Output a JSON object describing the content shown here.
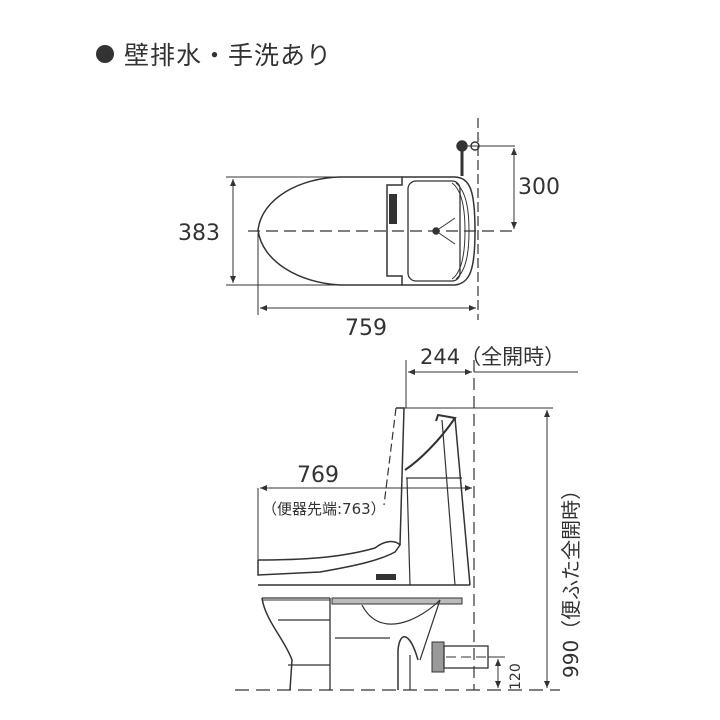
{
  "title": {
    "bullet": "●",
    "text": "壁排水・手洗あり"
  },
  "plan_view": {
    "width_label": "383",
    "supply_offset_label": "300",
    "length_label": "759"
  },
  "side_view": {
    "lid_open_depth_label": "244（全開時）",
    "length_label": "769",
    "bowl_tip_note": "（便器先端:763）",
    "total_height_label": "990（便ふた全開時）",
    "drain_height_label": "120"
  },
  "colors": {
    "line": "#333333",
    "background": "#ffffff"
  }
}
